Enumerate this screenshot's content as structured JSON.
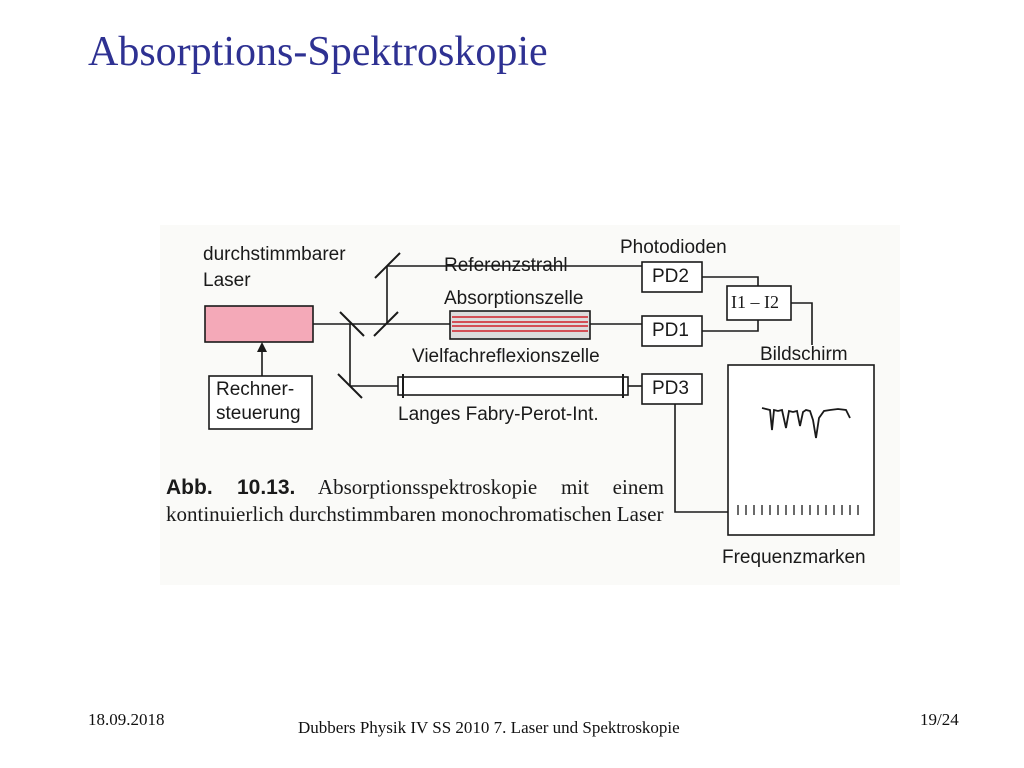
{
  "slide": {
    "title": "Absorptions-Spektroskopie"
  },
  "diagram": {
    "laser_label_line1": "durchstimmbarer",
    "laser_label_line2": "Laser",
    "control_label_line1": "Rechner-",
    "control_label_line2": "steuerung",
    "photodiodes_label": "Photodioden",
    "reference_beam_label": "Referenzstrahl",
    "absorption_cell_label": "Absorptionszelle",
    "multipass_cell_label": "Vielfachreflexionszelle",
    "fabry_perot_label": "Langes Fabry-Perot-Int.",
    "pd2_label": "PD2",
    "pd1_label": "PD1",
    "pd3_label": "PD3",
    "difference_label": "I1 – I2",
    "screen_label": "Bildschirm",
    "frequency_marks_label": "Frequenzmarken"
  },
  "caption": {
    "number": "Abb. 10.13.",
    "text": "Absorptionsspektroskopie mit einem kontinuierlich durchstimmbaren monochromatischen Laser"
  },
  "footer": {
    "date": "18.09.2018",
    "source": "Dubbers Physik IV SS 2010 7. Laser und Spektroskopie",
    "page": "19/24"
  },
  "colors": {
    "title": "#2e3192",
    "laser_fill": "#f4a9b8",
    "beam": "#d0202a",
    "line": "#1a1a1a"
  }
}
